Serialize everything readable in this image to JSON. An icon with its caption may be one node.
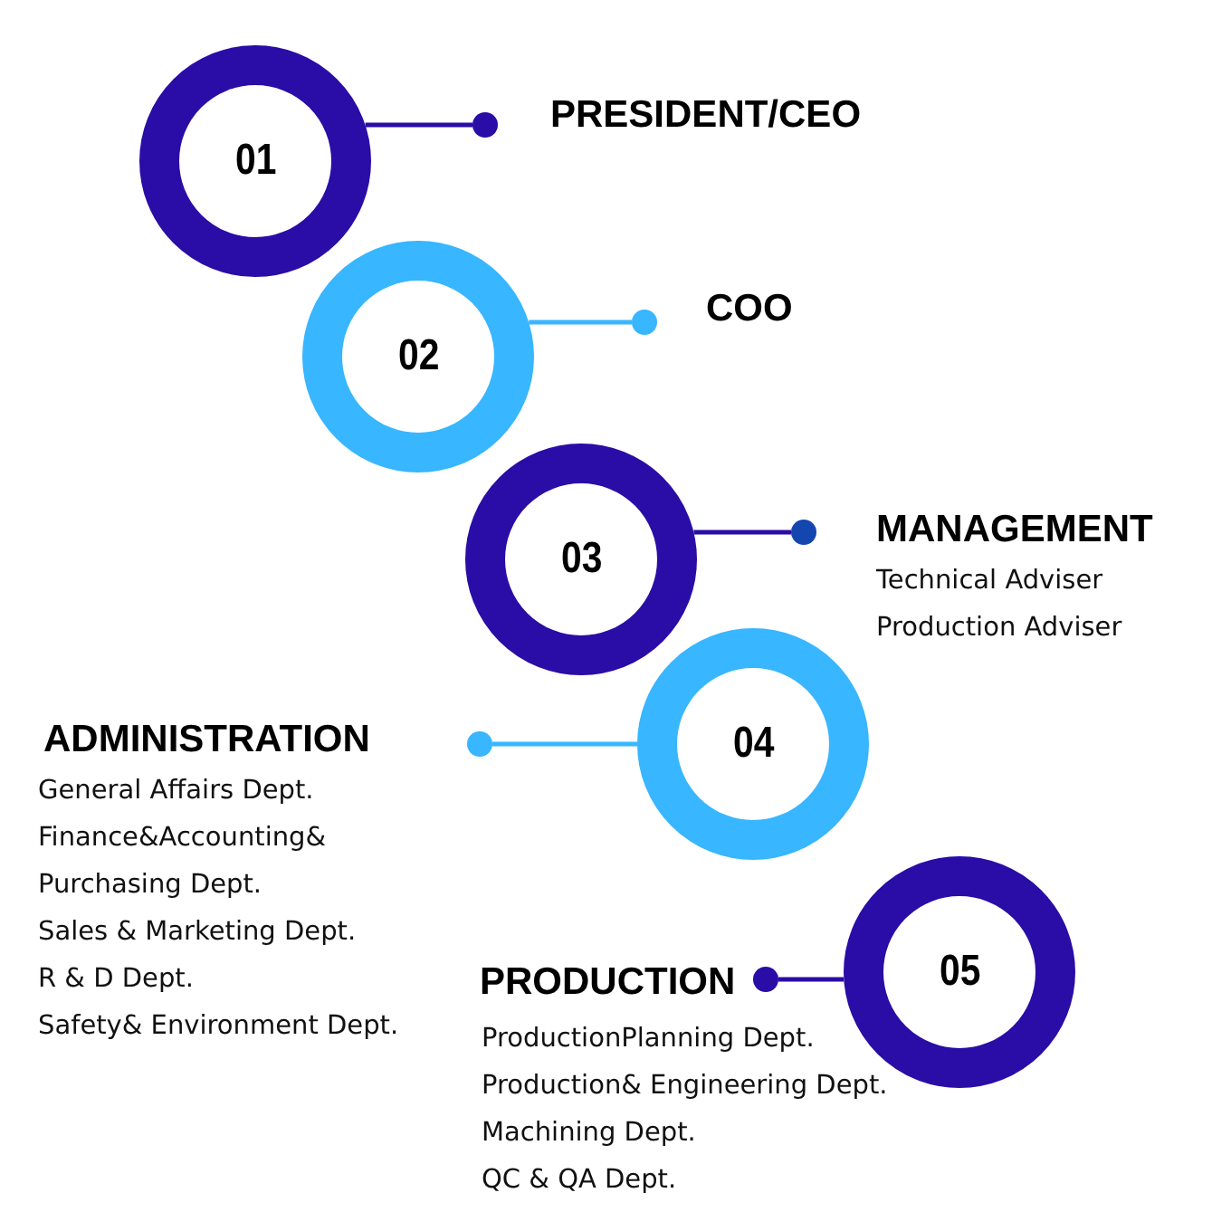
{
  "diagram": {
    "nodes": [
      {
        "text": [
          "01"
        ]
      },
      {
        "text": [],
        "shape": "circle"
      },
      {
        "text": [
          "02"
        ]
      },
      {
        "text": [],
        "shape": "circle"
      },
      {
        "text": [
          "03"
        ]
      },
      {
        "text": [],
        "shape": "circle"
      },
      {
        "text": [
          "04"
        ]
      },
      {
        "text": [],
        "shape": "circle"
      },
      {
        "text": [
          "05"
        ]
      },
      {
        "text": [],
        "shape": "circle"
      }
    ],
    "edges": [
      {
        "from": 0,
        "to": 1,
        "arrow": "none"
      },
      {
        "from": 2,
        "to": 3,
        "arrow": "none",
        "color": "#38b6ff"
      },
      {
        "from": 4,
        "to": 5,
        "arrow": "none"
      },
      {
        "from": 6,
        "to": 7,
        "arrow": "none",
        "color": "#38b6ff"
      },
      {
        "from": 8,
        "to": 9,
        "arrow": "none"
      }
    ],
    "labels": [
      "PRESIDENT/CEO",
      "COO",
      "MANAGEMENT",
      "Technical Adviser",
      "Production Adviser",
      "ADMINISTRATION",
      "General Affairs Dept.",
      "Finance&Accounting& Purchasing Dept.",
      "Sales & Marketing Dept.",
      "R & D Dept.",
      "Safety& Environment Dept.",
      "PRODUCTION",
      "ProductionPlanning Dept.",
      "Production& Engineering Dept.",
      "Machining Dept.",
      "QC & QA Dept."
    ]
  }
}
